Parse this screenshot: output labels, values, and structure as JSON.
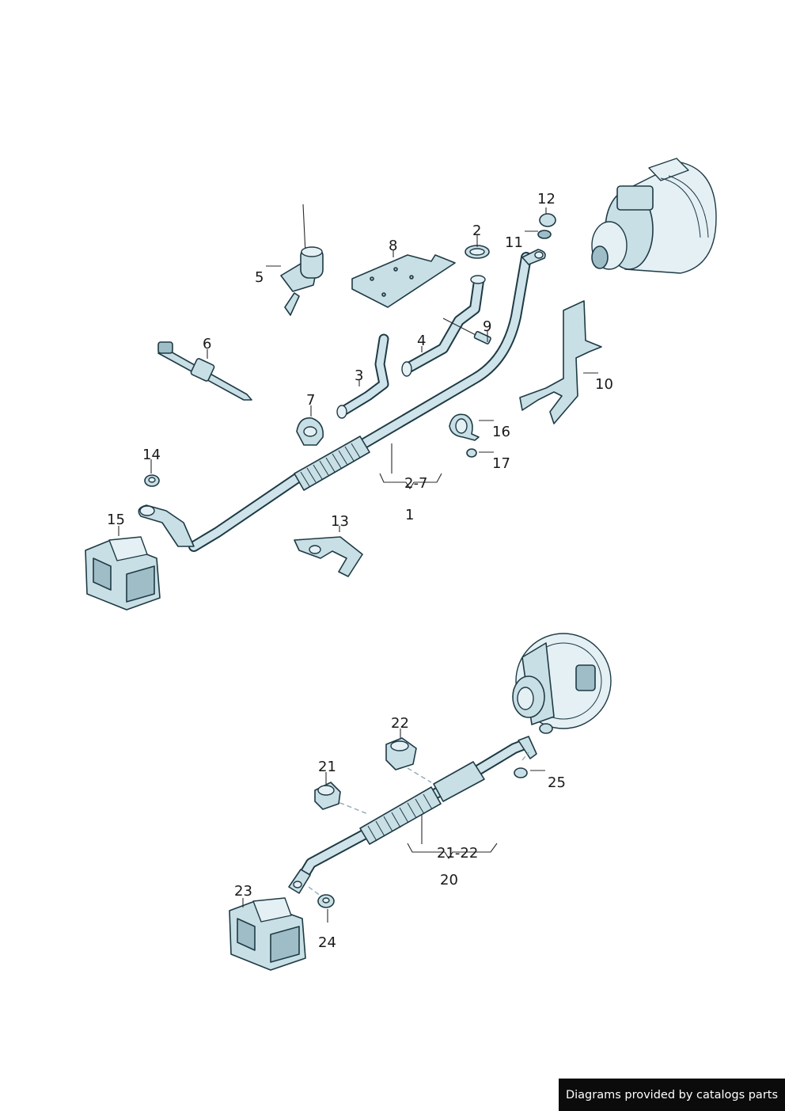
{
  "footer": {
    "text": "Diagrams provided by catalogs parts"
  },
  "callouts": {
    "c1": "1",
    "c2": "2",
    "c3": "3",
    "c4": "4",
    "c5": "5",
    "c6": "6",
    "c7": "7",
    "c8": "8",
    "c9": "9",
    "c10": "10",
    "c11": "11",
    "c12": "12",
    "c13": "13",
    "c14": "14",
    "c15": "15",
    "c16": "16",
    "c17": "17",
    "c20": "20",
    "c21": "21",
    "c22": "22",
    "c23": "23",
    "c24": "24",
    "c25": "25",
    "bracket1": "2-7",
    "bracket20": "21-22"
  }
}
